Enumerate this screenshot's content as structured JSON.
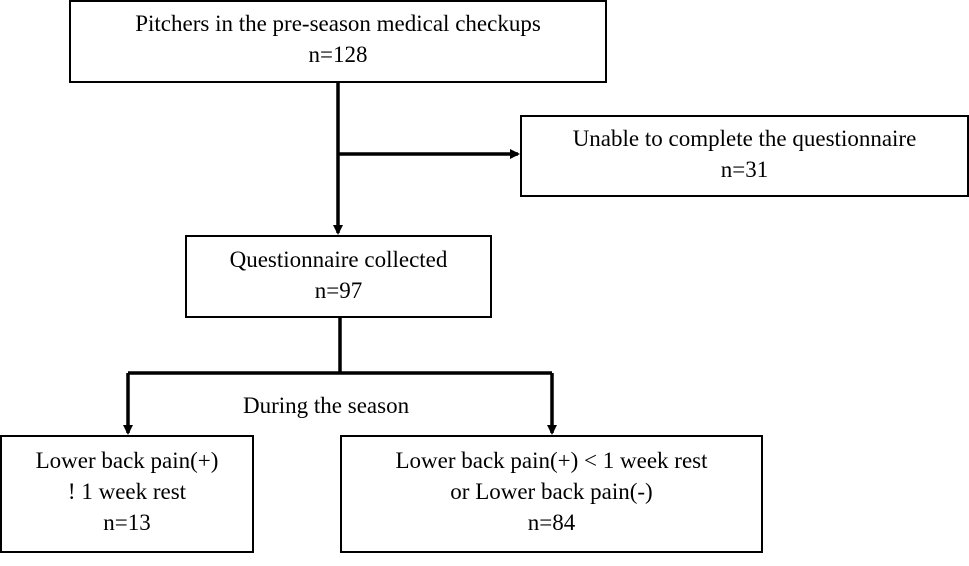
{
  "nodes": {
    "pitchers": {
      "lines": [
        "Pitchers in the pre-season medical  checkups",
        "n=128"
      ]
    },
    "unable": {
      "lines": [
        "Unable to complete the questionnaire",
        "n=31"
      ]
    },
    "collected": {
      "lines": [
        "Questionnaire collected",
        "n=97"
      ]
    },
    "lbp_rest": {
      "lines": [
        "Lower back pain(+)",
        "!  1 week rest",
        "n=13"
      ]
    },
    "lbp_other": {
      "lines": [
        "Lower back pain(+) < 1 week rest",
        "or Lower back pain(-)",
        "n=84"
      ]
    }
  },
  "labels": {
    "season": "During the season"
  }
}
